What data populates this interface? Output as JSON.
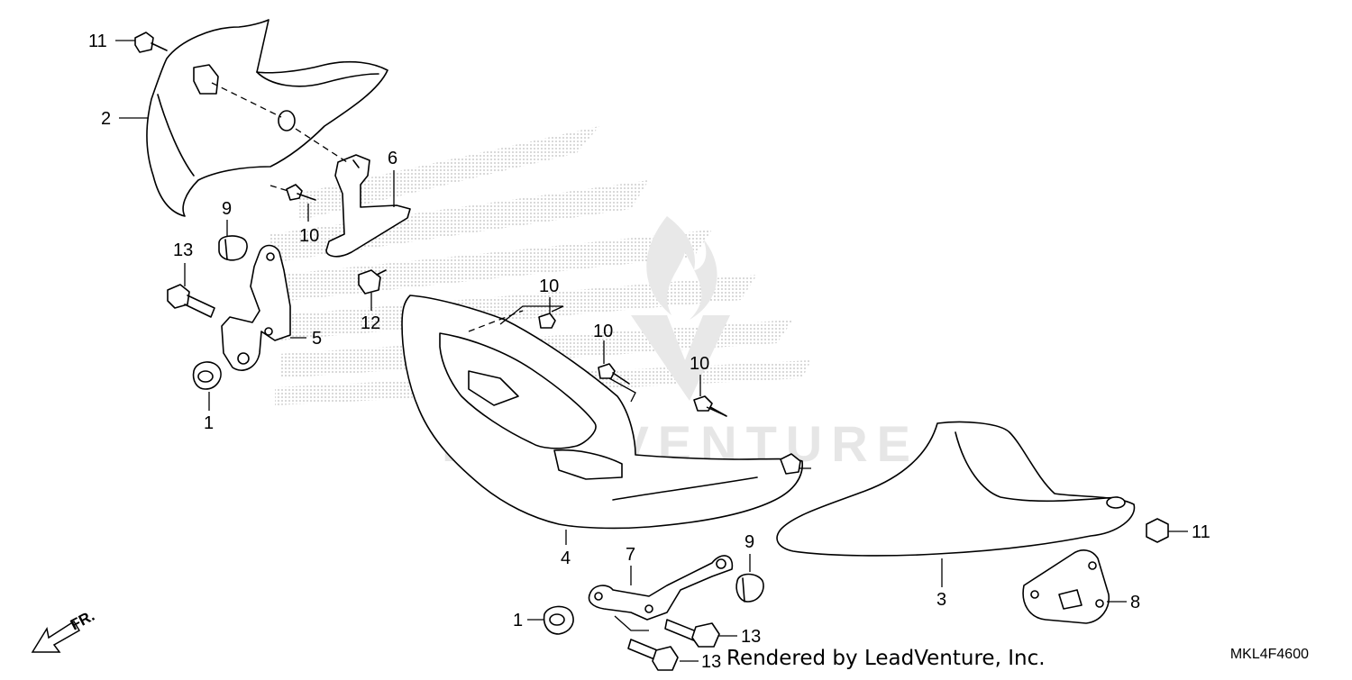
{
  "diagram": {
    "callouts": {
      "c11a": "11",
      "c2": "2",
      "c9a": "9",
      "c10a": "10",
      "c6": "6",
      "c13a": "13",
      "c5": "5",
      "c12": "12",
      "c1a": "1",
      "c10b": "10",
      "c10c": "10",
      "c10d": "10",
      "c4": "4",
      "c3": "3",
      "c11b": "11",
      "c7": "7",
      "c9b": "9",
      "c1b": "1",
      "c13b": "13",
      "c8": "8",
      "c13c": "13"
    },
    "direction_label": "FR.",
    "watermark_text": "LEADVENTURE",
    "diagram_code": "MKL4F4600",
    "credit": "Rendered by LeadVenture, Inc."
  },
  "colors": {
    "line": "#000000",
    "dots": "#bdbdbd",
    "watermark": "#e6e6e6"
  },
  "icons": {
    "front_arrow": "front-direction-arrow-icon",
    "watermark_logo": "leadventure-flame-logo-icon"
  }
}
